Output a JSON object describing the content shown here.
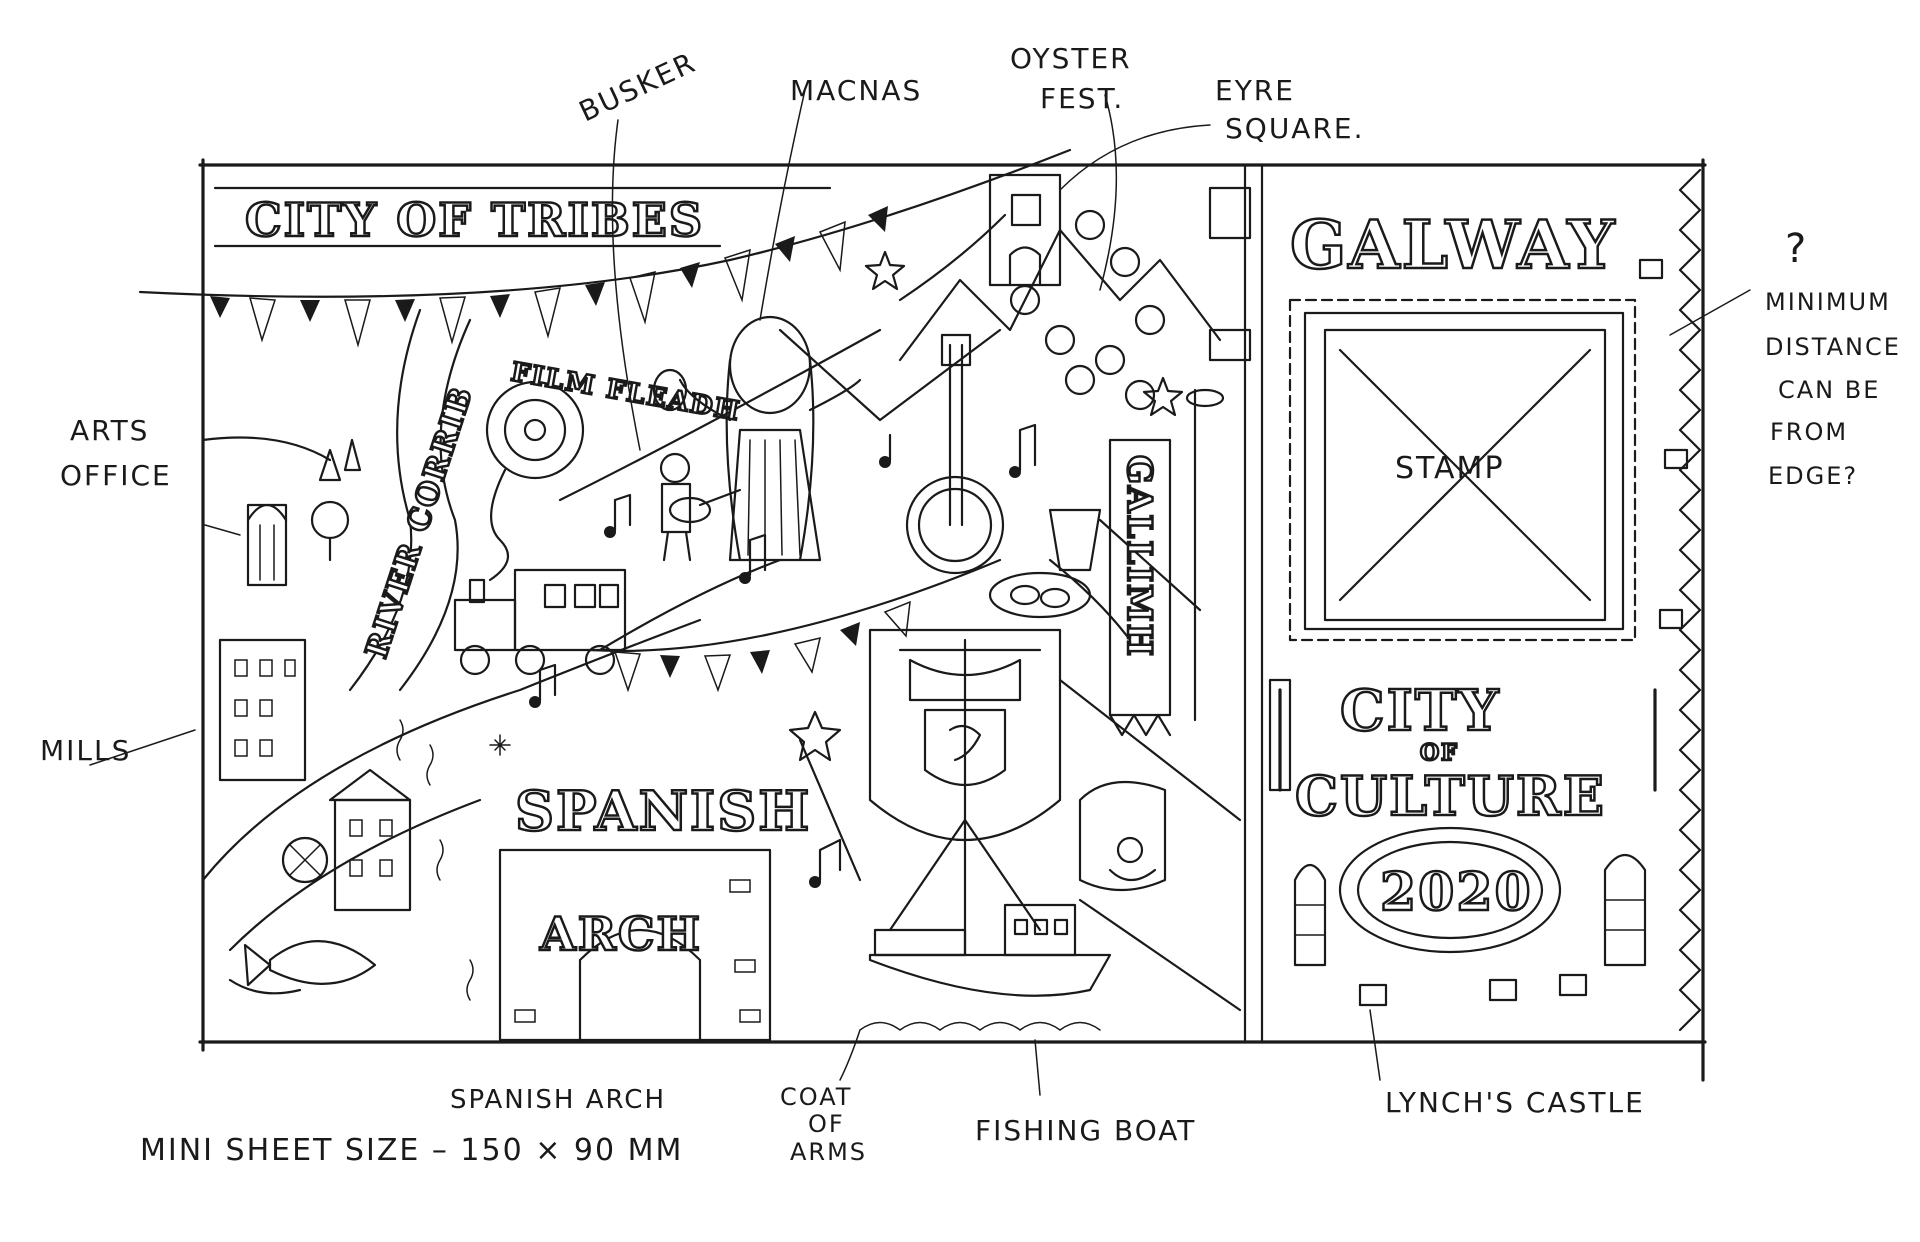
{
  "annotations": {
    "busker": "BUSKER",
    "macnas": "MACNAS",
    "oyster_fest_1": "OYSTER",
    "oyster_fest_2": "FEST.",
    "eyre_square_1": "EYRE",
    "eyre_square_2": "SQUARE.",
    "question": "?",
    "min_distance_1": "MINIMUM",
    "min_distance_2": "DISTANCE",
    "min_distance_3": "CAN BE",
    "min_distance_4": "FROM",
    "min_distance_5": "EDGE?",
    "arts_office_1": "ARTS",
    "arts_office_2": "OFFICE",
    "mills": "MILLS",
    "spanish_arch": "SPANISH ARCH",
    "coat_of_arms_1": "COAT",
    "coat_of_arms_2": "OF",
    "coat_of_arms_3": "ARMS",
    "fishing_boat": "FISHING BOAT",
    "lynchs_castle": "LYNCH'S CASTLE",
    "sheet_size": "MINI SHEET SIZE – 150 × 90 MM"
  },
  "sheet_text": {
    "city_of_tribes": "CITY OF TRIBES",
    "galway": "GALWAY",
    "stamp": "STAMP",
    "city": "CITY",
    "of": "OF",
    "culture": "CULTURE",
    "year": "2020",
    "film_fleadh": "FILM FLEADH",
    "river_corrib": "RIVER CORRIB",
    "spanish": "SPANISH",
    "arch": "ARCH",
    "galway_banner": "GALLIMH",
    "galway_banner_2": "GALLIMH"
  }
}
